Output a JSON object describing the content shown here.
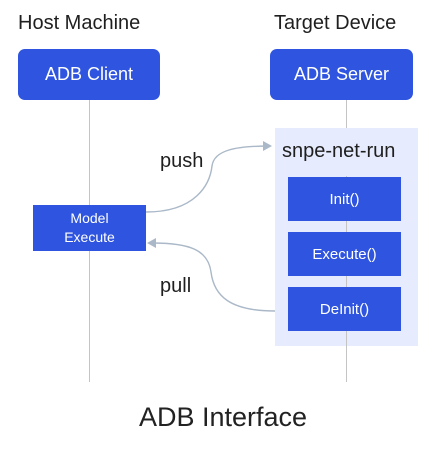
{
  "headings": {
    "host": "Host Machine",
    "target": "Target Device"
  },
  "host": {
    "client_label": "ADB Client",
    "model_line1": "Model",
    "model_line2": "Execute"
  },
  "target": {
    "server_label": "ADB Server",
    "panel_title": "snpe-net-run",
    "steps": [
      "Init()",
      "Execute()",
      "DeInit()"
    ]
  },
  "arrows": {
    "push_label": "push",
    "pull_label": "pull"
  },
  "caption": "ADB Interface",
  "colors": {
    "box_blue": "#2f55e0",
    "panel_bg": "#e6ebfd",
    "lifeline_gray": "#c4c4c4",
    "arrow_gray": "#aab8c8"
  }
}
